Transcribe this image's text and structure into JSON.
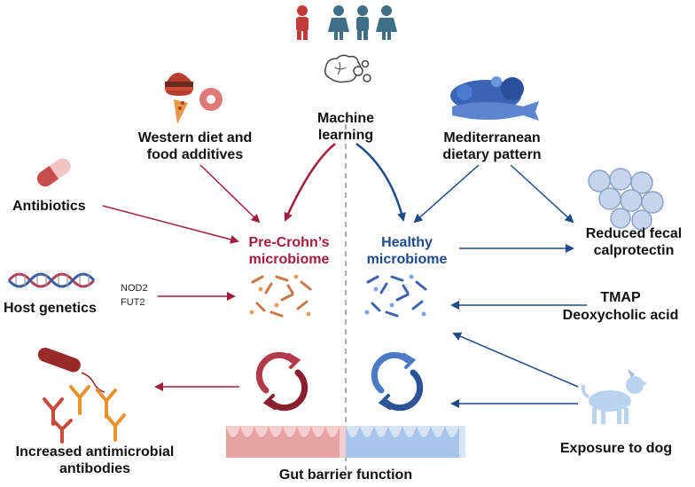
{
  "labels": {
    "machine_learning": "Machine learning",
    "western_diet": "Western diet and food additives",
    "mediterranean": "Mediterranean dietary pattern",
    "antibiotics": "Antibiotics",
    "pre_crohns": "Pre-Crohn’s microbiome",
    "healthy": "Healthy microbiome",
    "reduced_calprotectin": "Reduced fecal calprotectin",
    "host_genetics": "Host genetics",
    "gene_1": "NOD2",
    "gene_2": "FUT2",
    "tmap": "TMAP",
    "deoxycholic": "Deoxycholic acid",
    "antibodies": "Increased antimicrobial antibodies",
    "exposure_dog": "Exposure to dog",
    "gut_barrier": "Gut barrier function"
  },
  "colors": {
    "red": "#a31d3c",
    "blue": "#1f4a8a",
    "person_teal": "#3e6f86",
    "person_red": "#c23b3b",
    "antibody_orange": "#e8922e"
  },
  "icons": [
    "people-icon",
    "machine-learning-brain-icon",
    "junk-food-icon",
    "mediterranean-food-icon",
    "antibiotic-capsule-icon",
    "dna-helix-icon",
    "bacteria-cluster-icon",
    "cycle-arrows-icon",
    "gut-villi-icon",
    "calprotectin-cells-icon",
    "dog-icon",
    "antibodies-icon",
    "bacterium-icon"
  ]
}
